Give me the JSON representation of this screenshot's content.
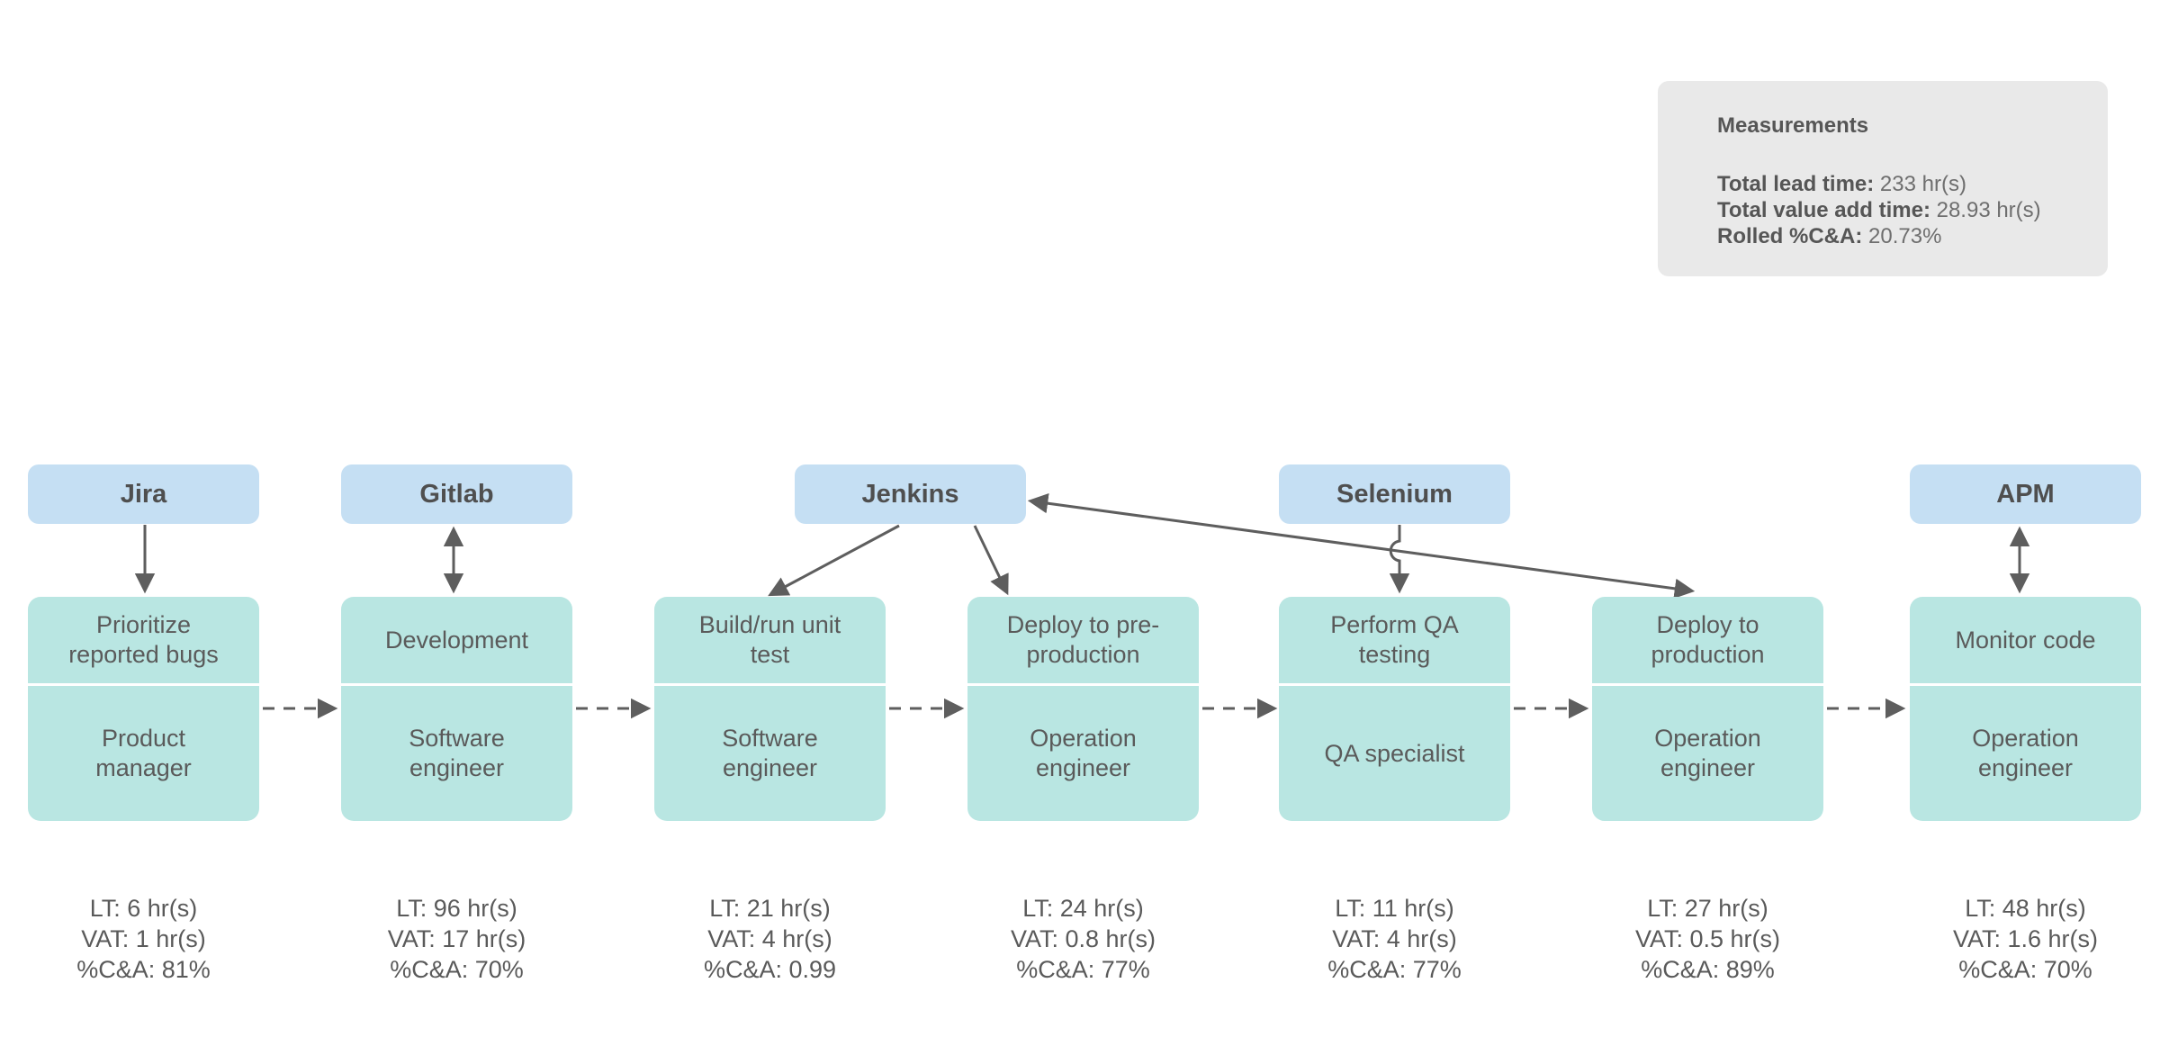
{
  "colors": {
    "tool_fill": "#c5dff3",
    "step_fill": "#b9e6e2",
    "panel_fill": "#e9e9e9",
    "line": "#5e5e5e",
    "text": "#5a5a5a"
  },
  "measurements": {
    "title": "Measurements",
    "items": [
      {
        "label": "Total lead time:",
        "value": "233 hr(s)"
      },
      {
        "label": "Total value add time:",
        "value": "28.93 hr(s)"
      },
      {
        "label": "Rolled %C&A:",
        "value": "20.73%"
      }
    ]
  },
  "tools": [
    {
      "label": "Jira"
    },
    {
      "label": "Gitlab"
    },
    {
      "label": "Jenkins"
    },
    {
      "label": "Selenium"
    },
    {
      "label": "APM"
    }
  ],
  "columns": [
    {
      "step": "Prioritize reported bugs",
      "role": "Product manager",
      "metrics": [
        "LT: 6 hr(s)",
        "VAT: 1 hr(s)",
        "%C&A: 81%"
      ]
    },
    {
      "step": "Development",
      "role": "Software engineer",
      "metrics": [
        "LT: 96 hr(s)",
        "VAT: 17 hr(s)",
        "%C&A: 70%"
      ]
    },
    {
      "step": "Build/run unit test",
      "role": "Software engineer",
      "metrics": [
        "LT: 21 hr(s)",
        "VAT: 4 hr(s)",
        "%C&A: 0.99"
      ]
    },
    {
      "step": "Deploy to pre-production",
      "role": "Operation engineer",
      "metrics": [
        "LT: 24 hr(s)",
        "VAT: 0.8 hr(s)",
        "%C&A: 77%"
      ]
    },
    {
      "step": "Perform QA testing",
      "role": "QA specialist",
      "metrics": [
        "LT: 11 hr(s)",
        "VAT: 4 hr(s)",
        "%C&A: 77%"
      ]
    },
    {
      "step": "Deploy to production",
      "role": "Operation engineer",
      "metrics": [
        "LT: 27 hr(s)",
        "VAT: 0.5 hr(s)",
        "%C&A: 89%"
      ]
    },
    {
      "step": "Monitor code",
      "role": "Operation engineer",
      "metrics": [
        "LT: 48 hr(s)",
        "VAT: 1.6 hr(s)",
        "%C&A: 70%"
      ]
    }
  ],
  "edges": [
    {
      "from": "Jira",
      "to": "Prioritize reported bugs",
      "style": "solid",
      "arrows": "to"
    },
    {
      "from": "Gitlab",
      "to": "Development",
      "style": "solid",
      "arrows": "both"
    },
    {
      "from": "Jenkins",
      "to": "Build/run unit test",
      "style": "solid",
      "arrows": "to"
    },
    {
      "from": "Jenkins",
      "to": "Deploy to pre-production",
      "style": "solid",
      "arrows": "to"
    },
    {
      "from": "Selenium",
      "to": "Perform QA testing",
      "style": "solid",
      "arrows": "to"
    },
    {
      "from": "Jenkins",
      "to": "Deploy to production",
      "style": "solid",
      "arrows": "both"
    },
    {
      "from": "APM",
      "to": "Monitor code",
      "style": "solid",
      "arrows": "both"
    },
    {
      "from": "Prioritize reported bugs",
      "to": "Development",
      "style": "dashed",
      "arrows": "to"
    },
    {
      "from": "Development",
      "to": "Build/run unit test",
      "style": "dashed",
      "arrows": "to"
    },
    {
      "from": "Build/run unit test",
      "to": "Deploy to pre-production",
      "style": "dashed",
      "arrows": "to"
    },
    {
      "from": "Deploy to pre-production",
      "to": "Perform QA testing",
      "style": "dashed",
      "arrows": "to"
    },
    {
      "from": "Perform QA testing",
      "to": "Deploy to production",
      "style": "dashed",
      "arrows": "to"
    },
    {
      "from": "Deploy to production",
      "to": "Monitor code",
      "style": "dashed",
      "arrows": "to"
    }
  ]
}
